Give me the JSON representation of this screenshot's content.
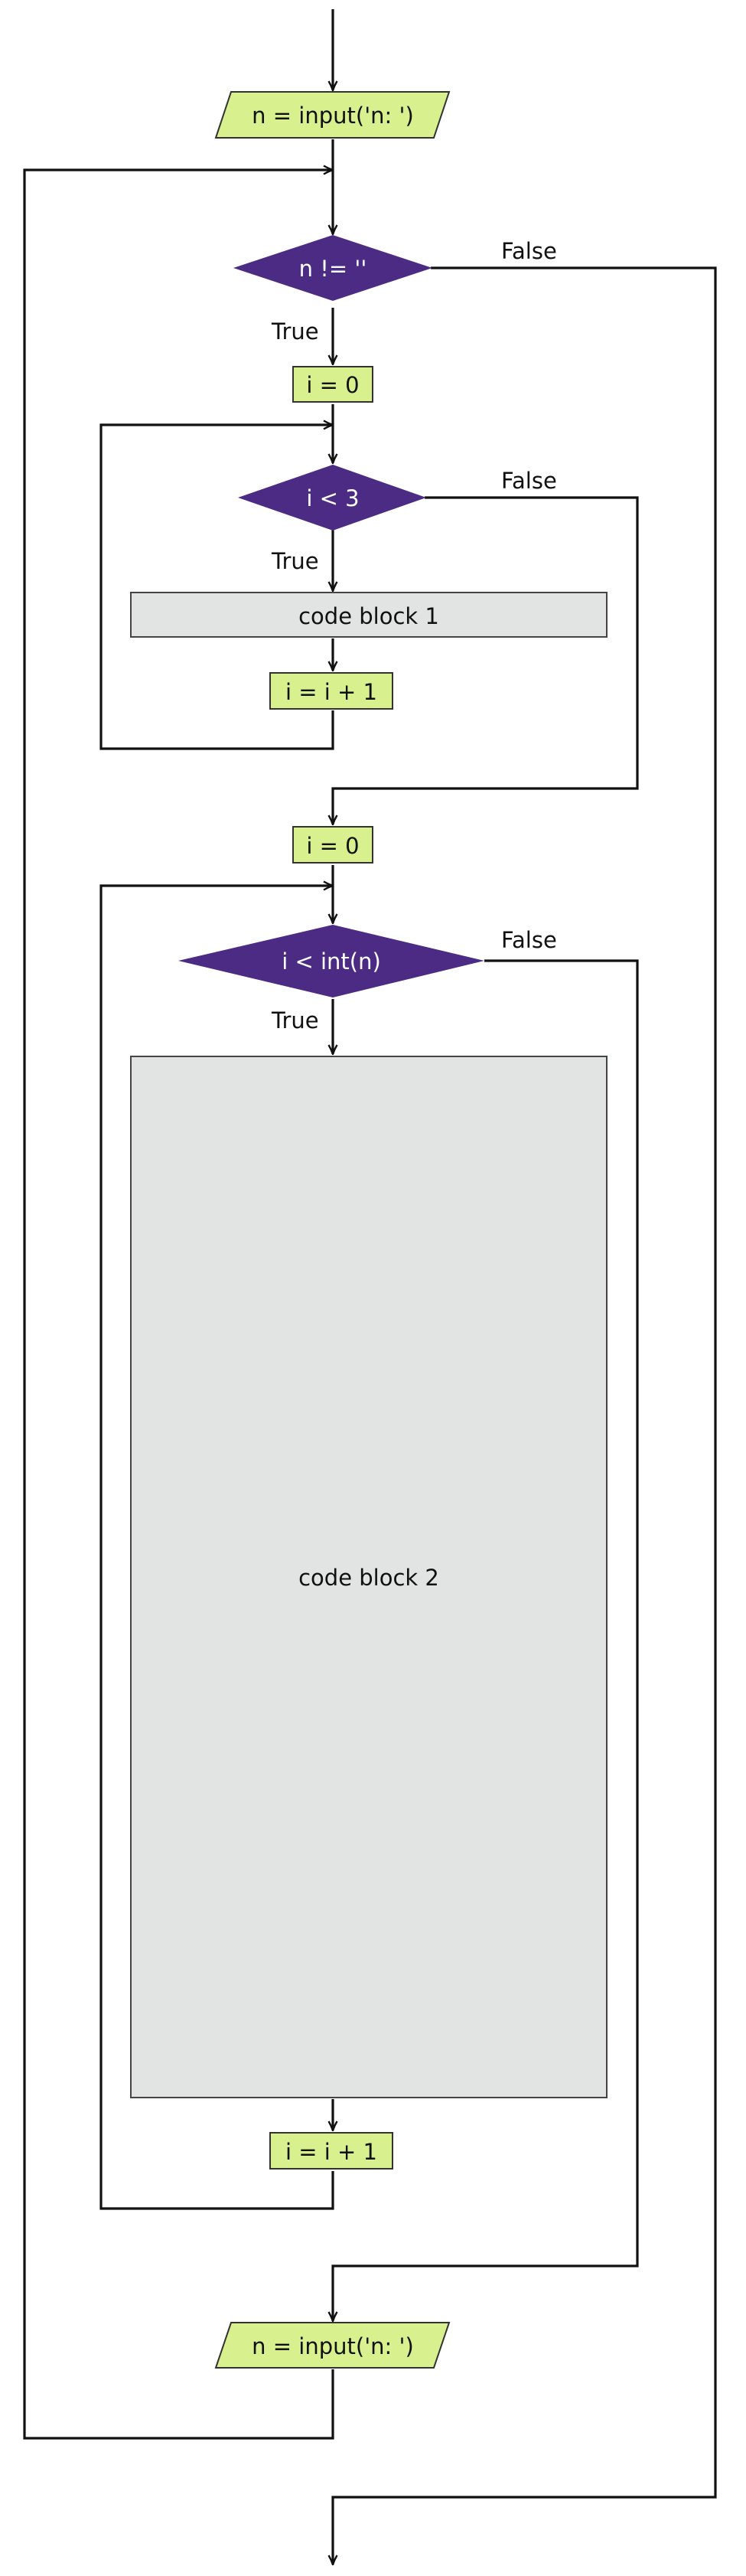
{
  "colors": {
    "process_fill": "#d9f08f",
    "decision_fill": "#4b2b84",
    "code_block_fill": "#e2e4e4",
    "line": "#111111"
  },
  "nodes": {
    "input_top": "n = input('n: ')",
    "outer_condition": "n != ''",
    "init_i_1": "i = 0",
    "cond_1": "i < 3",
    "code_block_1": "code block 1",
    "incr_1": "i = i + 1",
    "init_i_2": "i = 0",
    "cond_2": "i < int(n)",
    "code_block_2": "code block 2",
    "incr_2": "i = i + 1",
    "input_bottom": "n = input('n: ')"
  },
  "edges": {
    "outer_true": "True",
    "outer_false": "False",
    "cond1_true": "True",
    "cond1_false": "False",
    "cond2_true": "True",
    "cond2_false": "False"
  }
}
